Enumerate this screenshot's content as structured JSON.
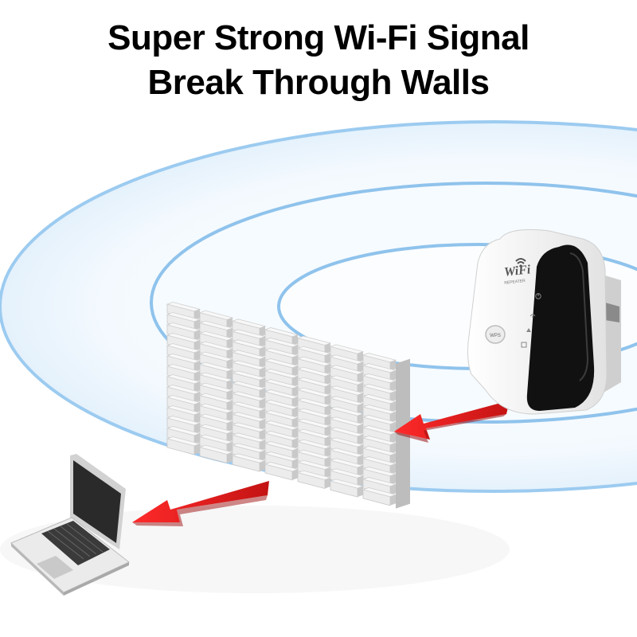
{
  "headline": {
    "line1": "Super Strong Wi-Fi Signal",
    "line2": "Break Through Walls"
  },
  "device": {
    "logo_text": "WiFi",
    "sub_text": "REPEATER",
    "wps_label": "WPS",
    "body_color": "#f4f4f4",
    "panel_color": "#111111"
  },
  "colors": {
    "wave_ring": "#8fc3ec",
    "wave_fill": "#eef6fd",
    "arrow": "#e31e1e",
    "wall_brick": "#e9e9e9",
    "laptop_body": "#e6e6e6",
    "laptop_screen": "#2a2a2a"
  },
  "icons": [
    "wifi-logo-icon",
    "power-icon",
    "signal-icon",
    "wps-icon"
  ]
}
